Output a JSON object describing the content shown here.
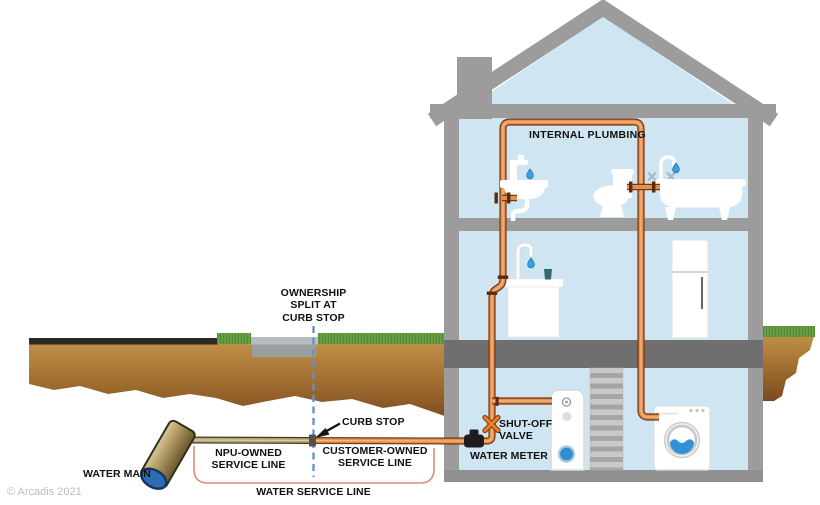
{
  "labels": {
    "internal_plumbing": "INTERNAL PLUMBING",
    "ownership_split": "OWNERSHIP\nSPLIT AT\nCURB STOP",
    "curb_stop": "CURB STOP",
    "npu_owned": "NPU-OWNED\nSERVICE LINE",
    "customer_owned": "CUSTOMER-OWNED\nSERVICE LINE",
    "water_service_line": "WATER SERVICE LINE",
    "water_main": "WATER MAIN",
    "water_meter": "WATER METER",
    "shut_off_valve": "SHUT-OFF\nVALVE"
  },
  "copyright": "© Arcadis 2021",
  "colors": {
    "house_interior": "#cfe6f2",
    "wall_gray": "#9c9c9c",
    "ground_band_gray": "#6f6f6f",
    "copper_pipe": "#e39055",
    "copper_outline": "#7a3a10",
    "npu_pipe": "#b5a477",
    "water_main_body": "#b09a62",
    "water_main_cap": "#2e6cb2",
    "soil_top": "#bf8f47",
    "soil_bottom": "#7b4a1f",
    "grass": "#6aa046",
    "asphalt": "#2f2823",
    "water_blue": "#2f8fd4",
    "drop_blue": "#37a2de",
    "dashed_line_blue": "#6590c5",
    "bracket_red": "#e08b7d",
    "label_text": "#101010"
  }
}
